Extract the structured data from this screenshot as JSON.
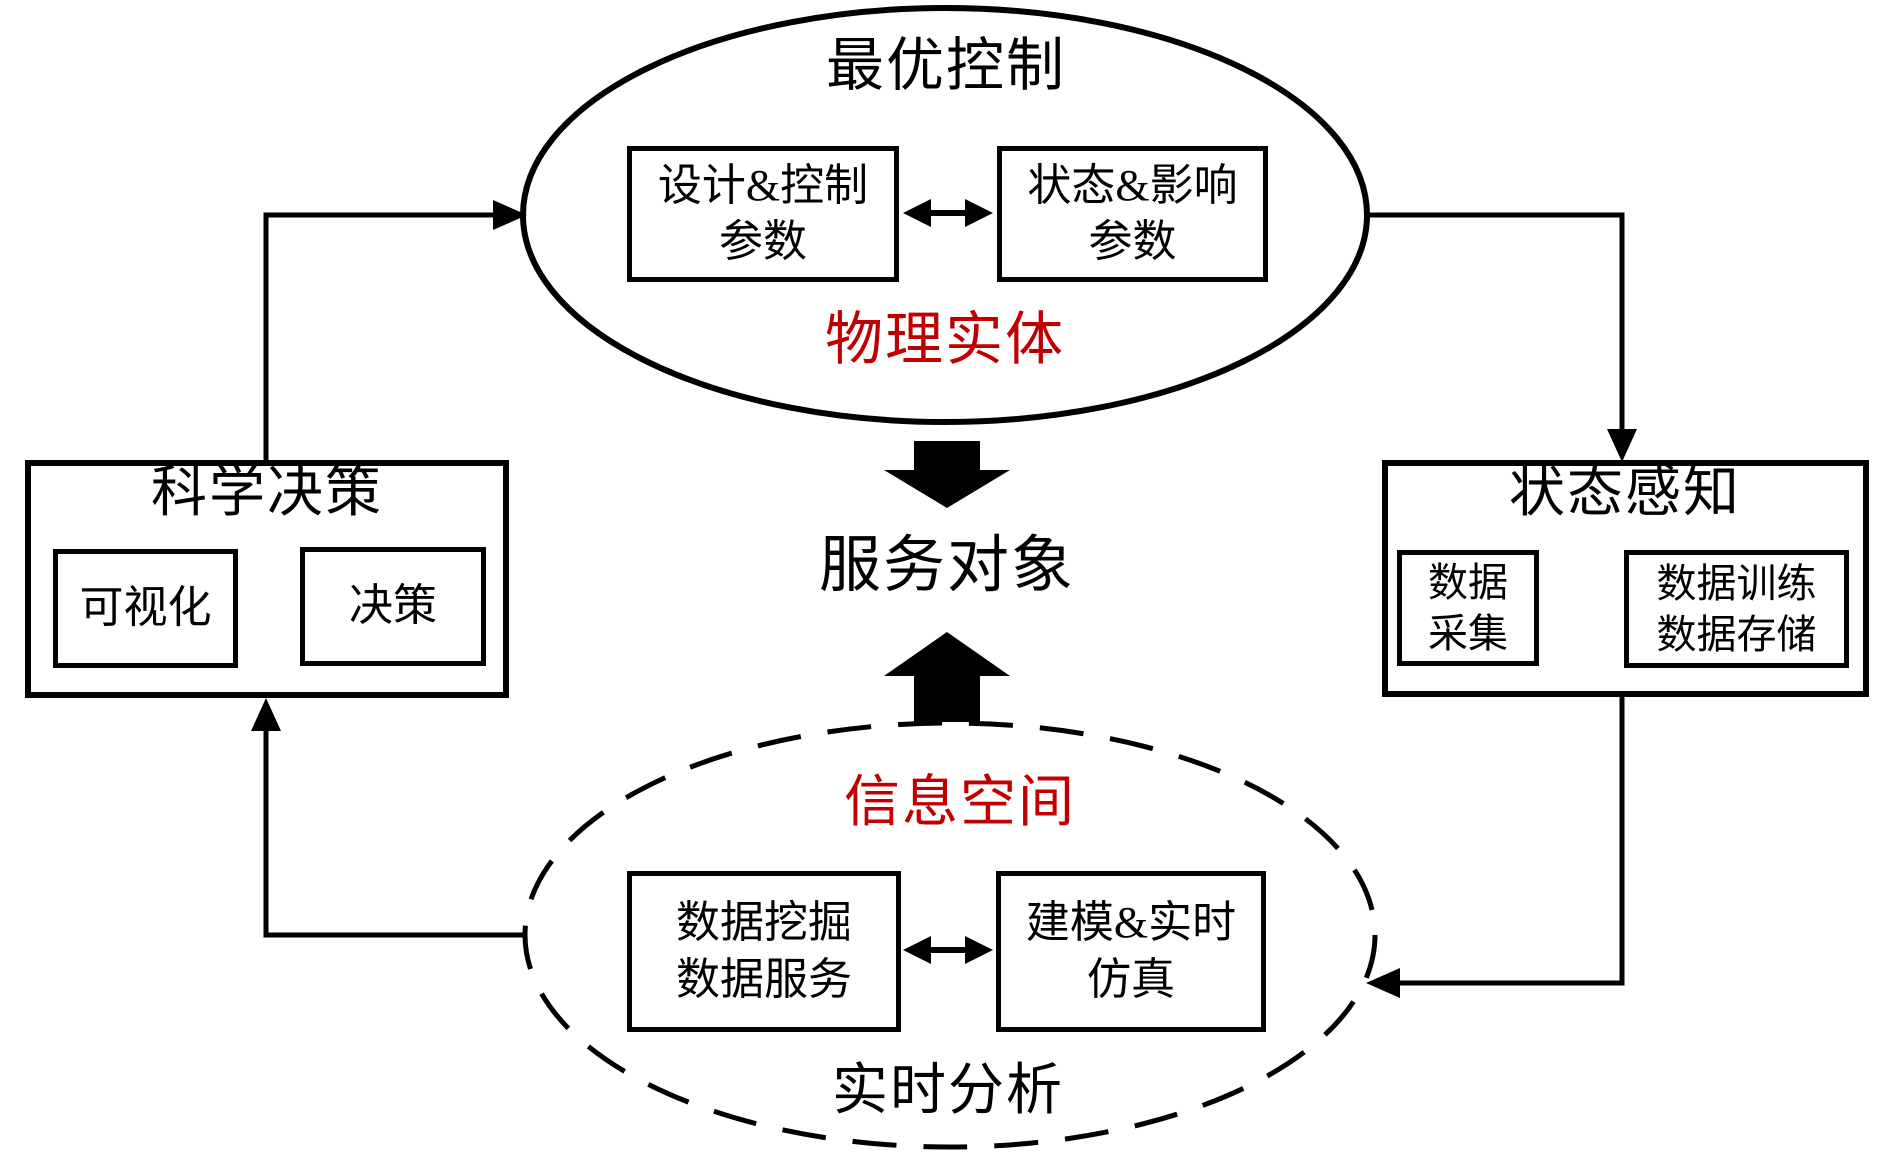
{
  "colors": {
    "accent_red": "#c00000",
    "line_black": "#000000",
    "background": "#ffffff"
  },
  "top_ellipse": {
    "title": "最优控制",
    "space_label": "物理实体",
    "box1": {
      "l1": "设计&控制",
      "l2": "参数"
    },
    "box2": {
      "l1": "状态&影响",
      "l2": "参数"
    }
  },
  "center": {
    "label": "服务对象"
  },
  "left_panel": {
    "title": "科学决策",
    "box1": {
      "l1": "可视化"
    },
    "box2": {
      "l1": "决策"
    }
  },
  "right_panel": {
    "title": "状态感知",
    "box1": {
      "l1": "数据",
      "l2": "采集"
    },
    "box2": {
      "l1": "数据训练",
      "l2": "数据存储"
    }
  },
  "bottom_ellipse": {
    "title": "实时分析",
    "space_label": "信息空间",
    "box1": {
      "l1": "数据挖掘",
      "l2": "数据服务"
    },
    "box2": {
      "l1": "建模&实时",
      "l2": "仿真"
    }
  }
}
